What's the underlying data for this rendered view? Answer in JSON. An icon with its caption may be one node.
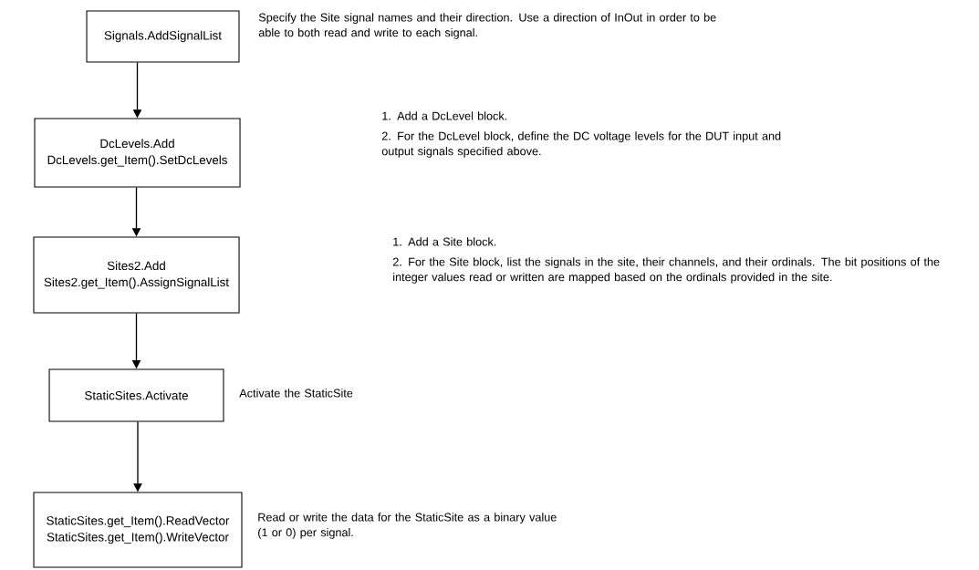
{
  "diagram": {
    "nodes": [
      {
        "text": [
          "Signals.AddSignalList"
        ],
        "beside": [
          "Specify the Site signal names and their direction.  Use a direction of InOut in order to be able to both read and write to each signal."
        ]
      },
      {
        "text": [
          "DcLevels.Add DcLevels.get_Item().SetDcLevels"
        ],
        "beside": [
          "1. Add a DcLevel block.",
          "2. For the DcLevel block, define the DC voltage levels for the DUT input and output signals specified above."
        ]
      },
      {
        "text": [
          "Sites2.Add Sites2.get_Item().AssignSignalList"
        ],
        "beside": [
          "1. Add a Site block.",
          "2. For the Site block, list the signals in the site, their channels, and their ordinals. The bit positions of the integer values read or written are mapped based on the ordinals provided in the site."
        ]
      },
      {
        "text": [
          "StaticSites.Activate"
        ],
        "beside": [
          "Activate the StaticSite"
        ]
      },
      {
        "text": [
          "StaticSites.get_Item().ReadVector StaticSites.get_Item().WriteVector"
        ],
        "beside": [
          "Read or write the data for the StaticSite as a binary value (1 or 0) per signal."
        ]
      }
    ],
    "edges": [
      {
        "from": 0,
        "to": 1,
        "arrow": "to"
      },
      {
        "from": 1,
        "to": 2,
        "arrow": "to"
      },
      {
        "from": 2,
        "to": 3,
        "arrow": "to"
      },
      {
        "from": 3,
        "to": 4,
        "arrow": "to"
      }
    ]
  }
}
